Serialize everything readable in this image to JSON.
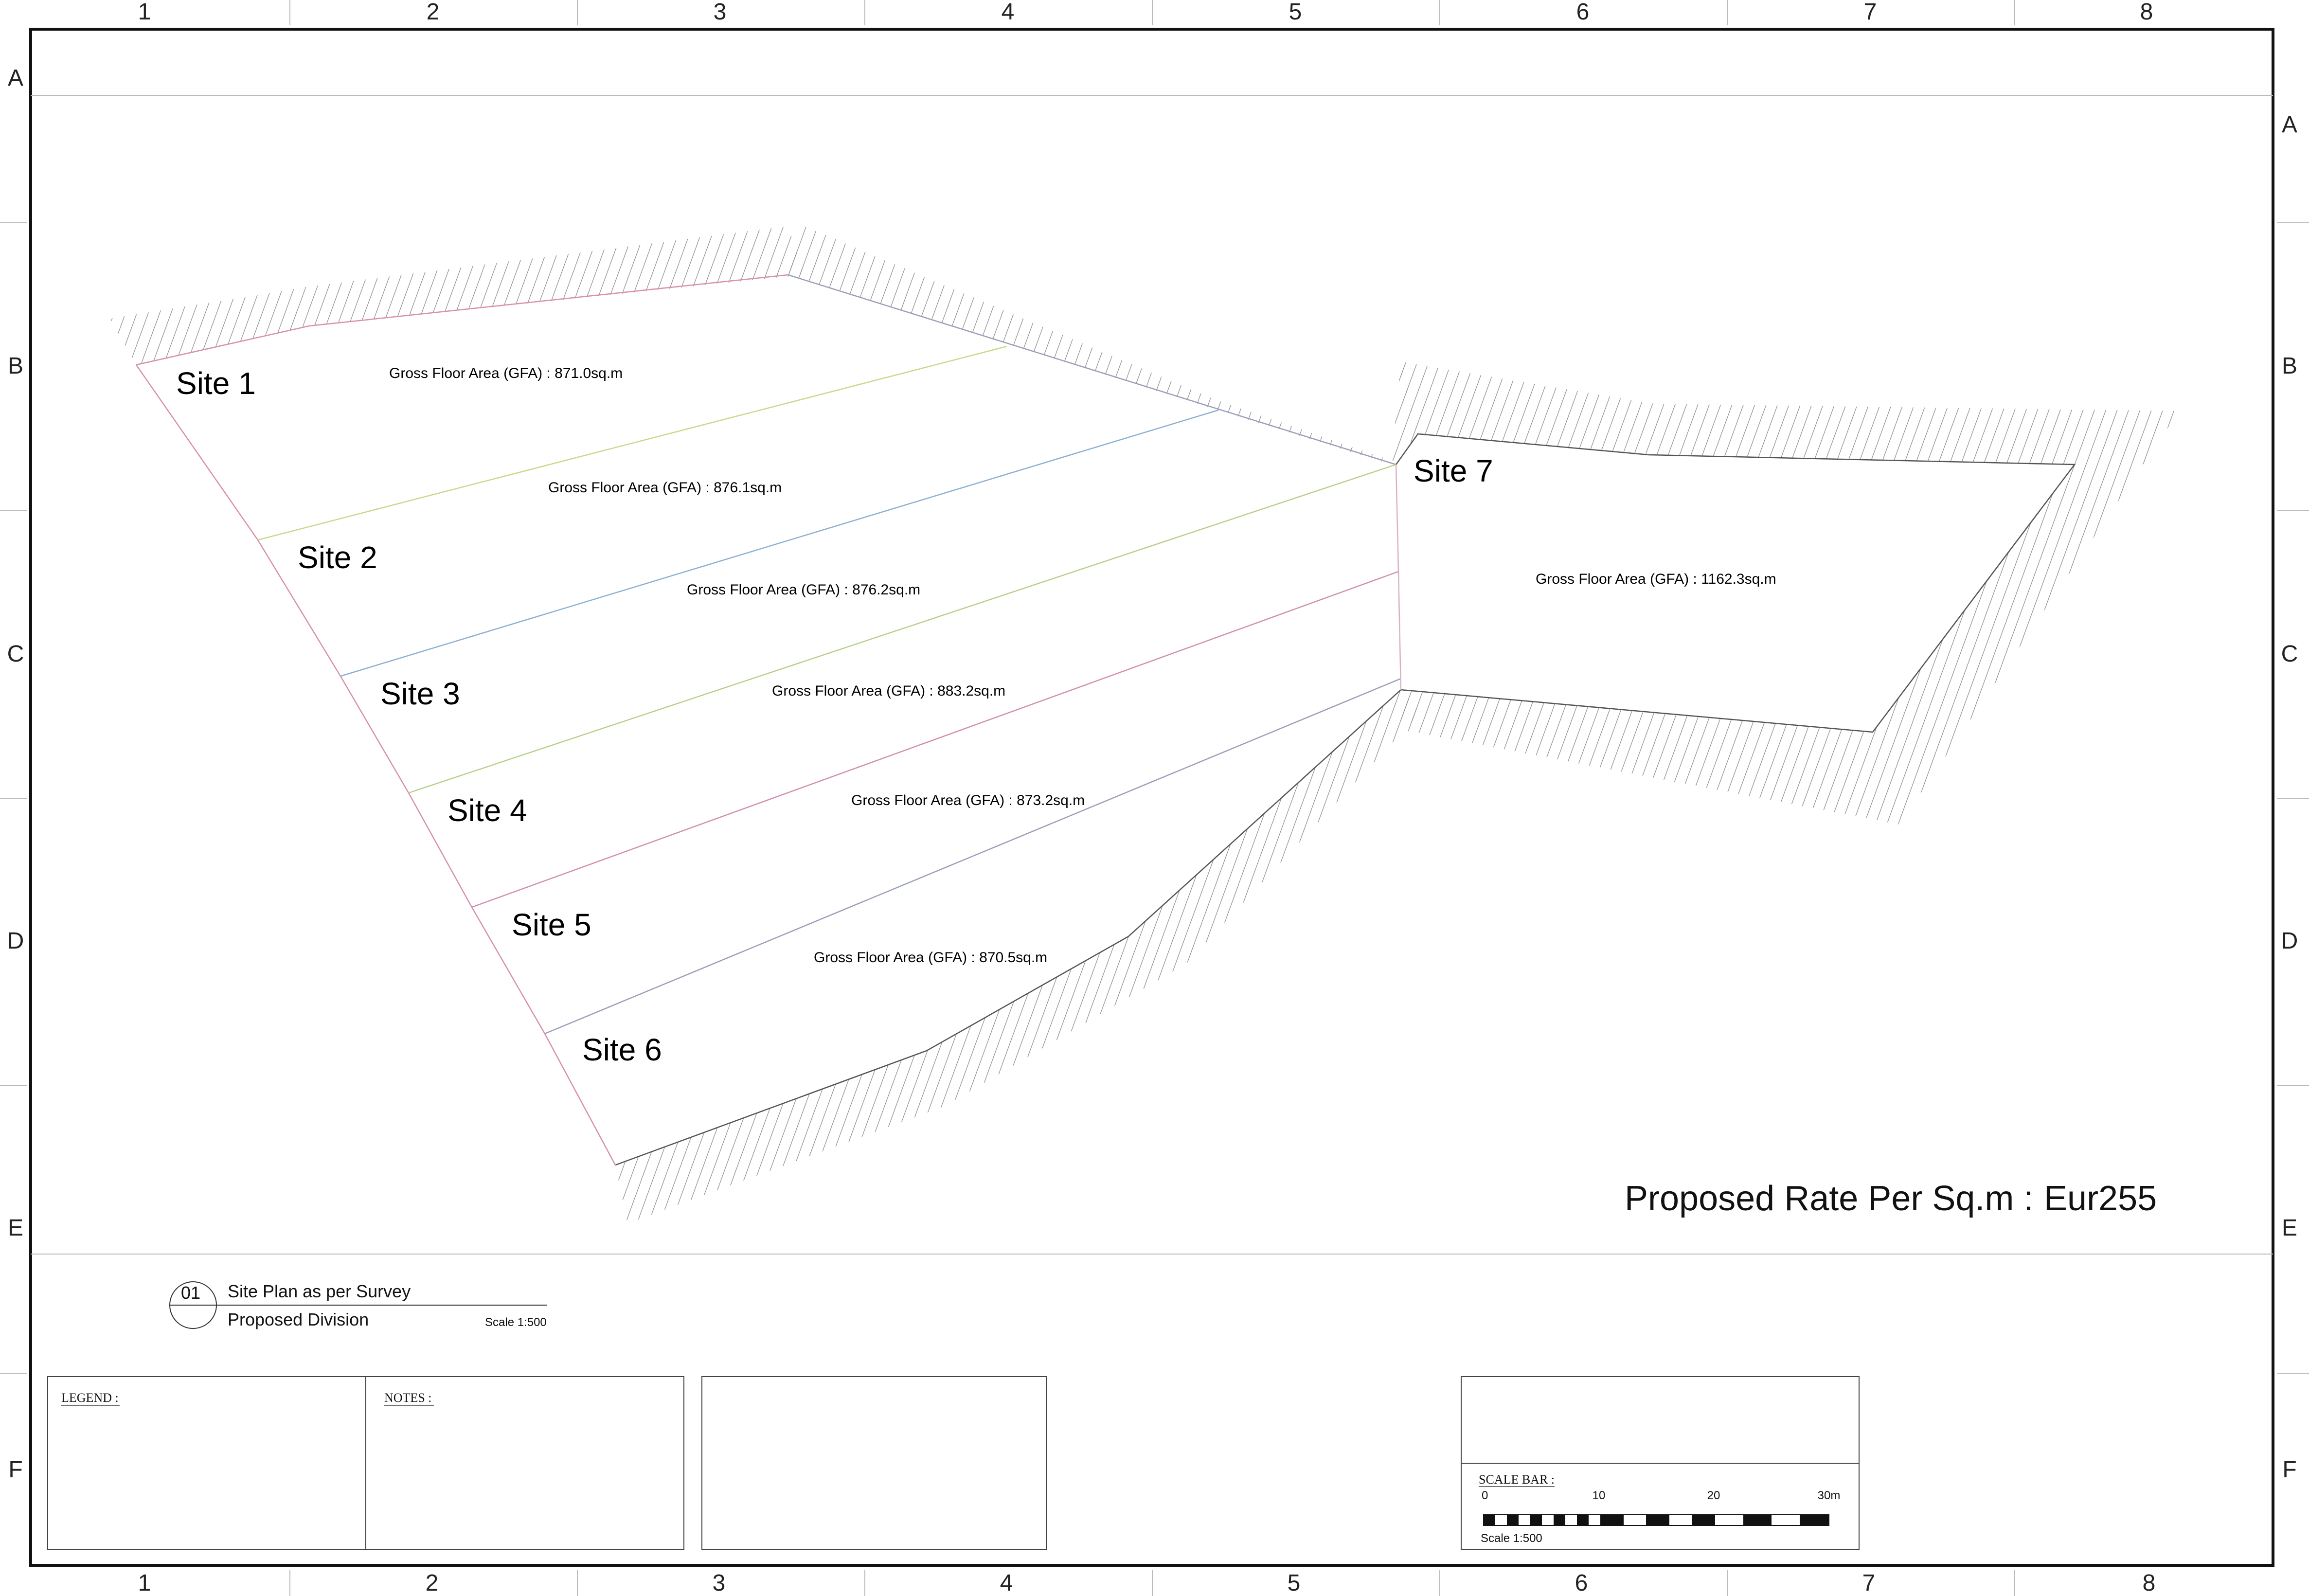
{
  "grid": {
    "columns": [
      "1",
      "2",
      "3",
      "4",
      "5",
      "6",
      "7",
      "8"
    ],
    "rows": [
      "A",
      "B",
      "C",
      "D",
      "E",
      "F"
    ]
  },
  "sites": [
    {
      "name": "Site 1",
      "gfa": "Gross Floor Area (GFA) : 871.0sq.m"
    },
    {
      "name": "Site 2",
      "gfa": "Gross Floor Area (GFA) : 876.1sq.m"
    },
    {
      "name": "Site 3",
      "gfa": "Gross Floor Area (GFA) : 876.2sq.m"
    },
    {
      "name": "Site 4",
      "gfa": "Gross Floor Area (GFA) : 883.2sq.m"
    },
    {
      "name": "Site 5",
      "gfa": "Gross Floor Area (GFA) : 873.2sq.m"
    },
    {
      "name": "Site 6",
      "gfa": "Gross Floor Area (GFA) : 870.5sq.m"
    },
    {
      "name": "Site 7",
      "gfa": "Gross Floor Area (GFA) : 1162.3sq.m"
    }
  ],
  "rate": {
    "label": "Proposed Rate Per Sq.m :",
    "value": "Eur255"
  },
  "drawing_title": {
    "number": "01",
    "title": "Site Plan as per Survey",
    "subtitle": "Proposed Division",
    "scale": "Scale 1:500"
  },
  "legend_title": "LEGEND :",
  "notes_title": "NOTES :",
  "scale_bar": {
    "title": "SCALE BAR :",
    "ticks": [
      "0",
      "10",
      "20",
      "30m"
    ],
    "scale": "Scale 1:500"
  },
  "colors": {
    "border": "#111111",
    "hatch": "#8a8a8a",
    "site_lines": [
      "#d98fb0",
      "#c8d98a",
      "#8fb0d0",
      "#b8d08a",
      "#d08fb0",
      "#9aa0b8",
      "#d9b0c8"
    ]
  }
}
